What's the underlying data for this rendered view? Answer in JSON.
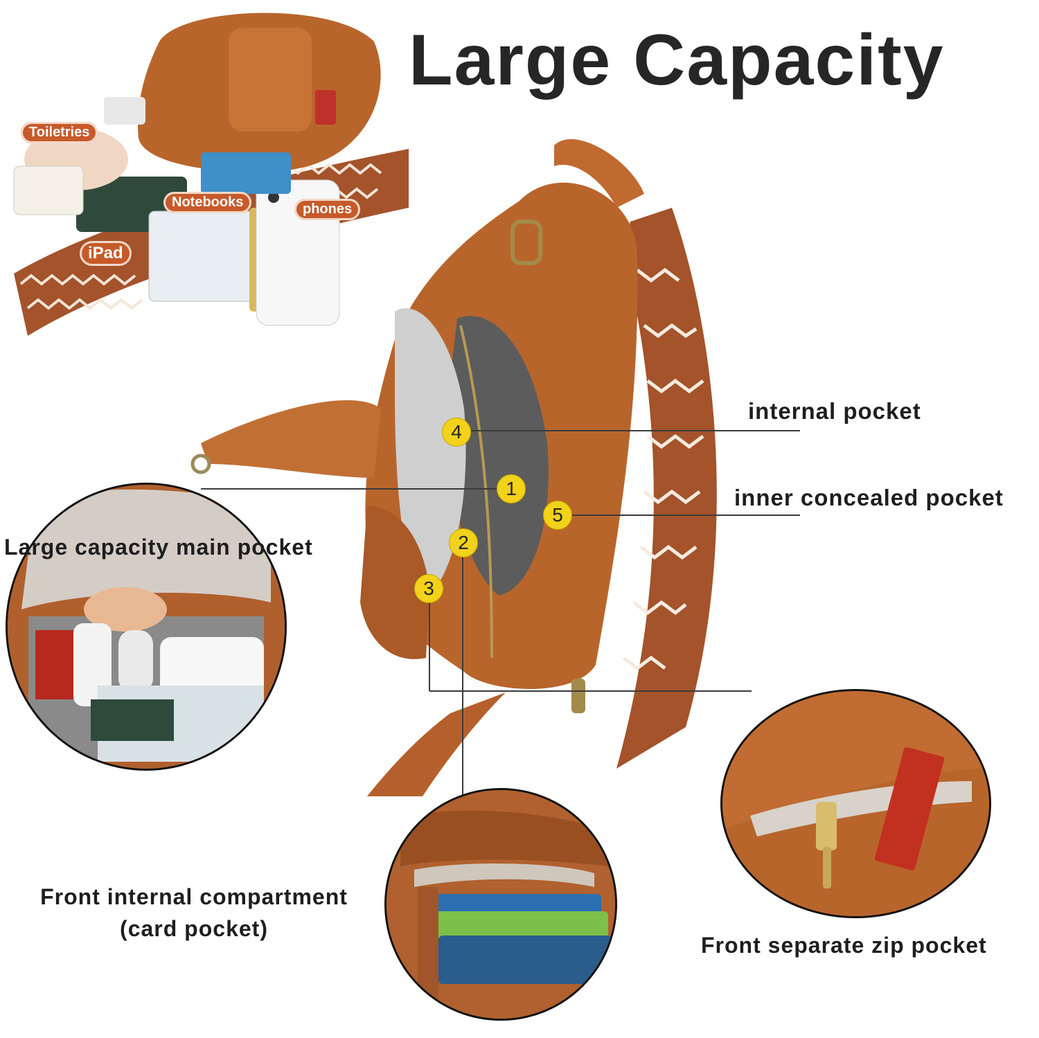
{
  "headline": "Large Capacity",
  "item_tags": [
    "Toiletries",
    "Notebooks",
    "phones",
    "iPad"
  ],
  "callouts": {
    "internal_pocket": "internal pocket",
    "inner_concealed_pocket": "inner concealed pocket",
    "main_pocket": "Large capacity main pocket",
    "front_compartment_line1": "Front internal compartment",
    "front_compartment_line2": "(card pocket)",
    "front_zip_pocket": "Front separate zip pocket"
  },
  "markers": [
    "1",
    "2",
    "3",
    "4",
    "5"
  ],
  "colors": {
    "leather": "#b8652c",
    "leather_light": "#d17f40",
    "strap_brown": "#9a4a24",
    "tag_orange": "#c75a2a",
    "marker_yellow": "#f2d21a"
  }
}
